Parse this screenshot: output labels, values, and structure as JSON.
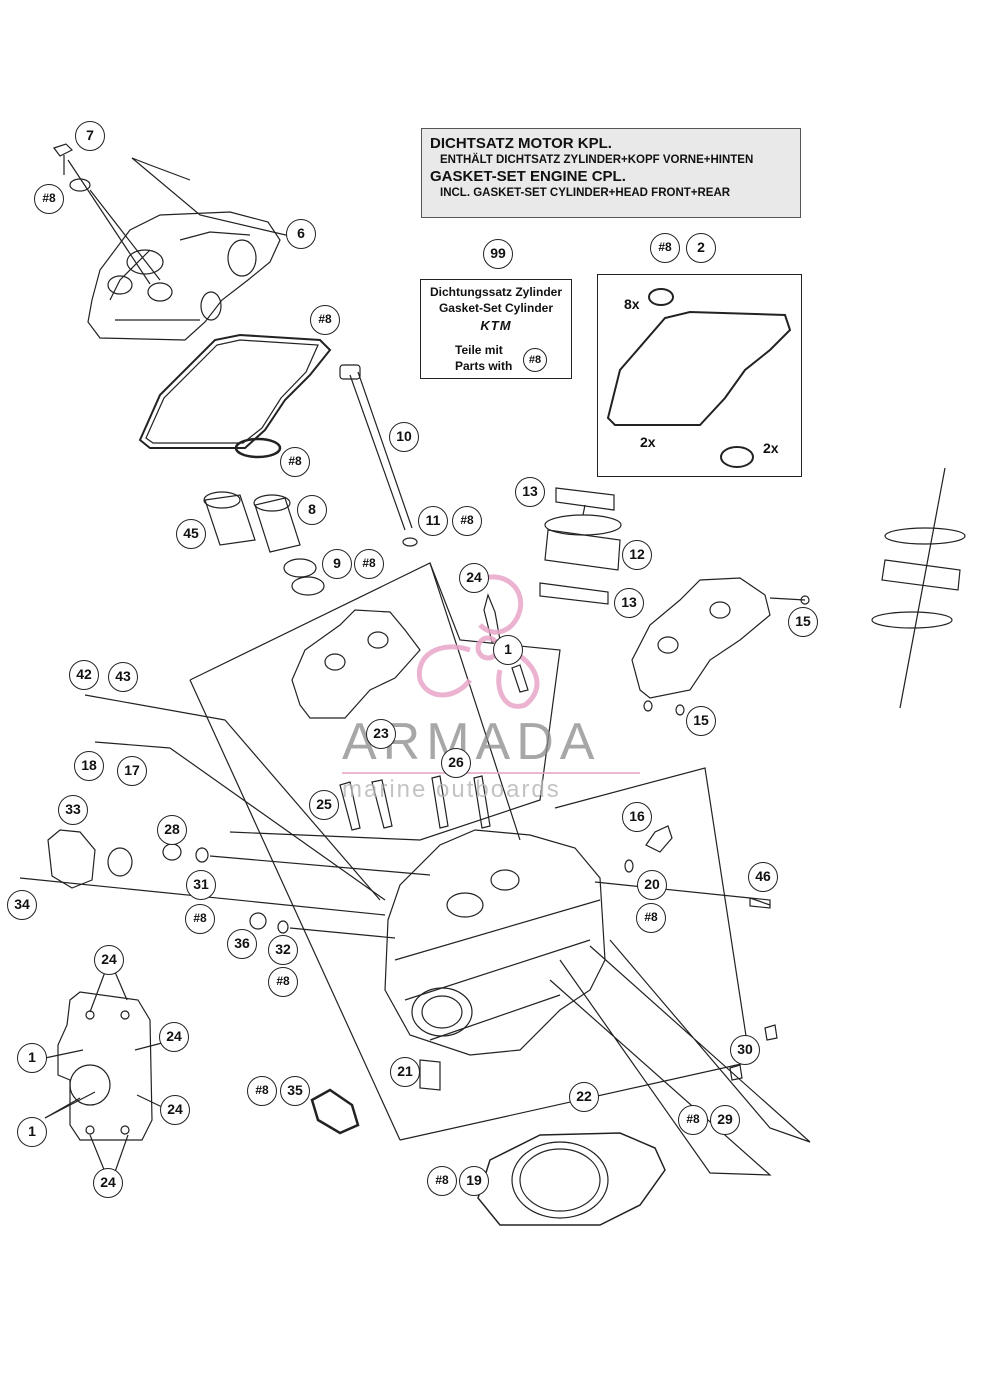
{
  "info_box": {
    "line1": "DICHTSATZ MOTOR KPL.",
    "line2": "ENTHÄLT DICHTSATZ ZYLINDER+KOPF VORNE+HINTEN",
    "line3": "GASKET-SET ENGINE CPL.",
    "line4": "INCL. GASKET-SET CYLINDER+HEAD FRONT+REAR"
  },
  "kit_box": {
    "line1": "Dichtungssatz Zylinder",
    "line2": "Gasket-Set Cylinder",
    "logo": "KTM",
    "line3": "Teile mit",
    "line4": "Parts with",
    "badge": "#8"
  },
  "parts_box": {
    "qty_seal": "8x",
    "qty_gasket": "2x",
    "qty_ring": "2x"
  },
  "watermark": {
    "brand": "ARMADA",
    "tagline": "marine outboards"
  },
  "callouts": [
    {
      "id": "c7",
      "label": "7"
    },
    {
      "id": "c8a",
      "label": "#8"
    },
    {
      "id": "c6",
      "label": "6"
    },
    {
      "id": "c8b",
      "label": "#8"
    },
    {
      "id": "c10",
      "label": "10"
    },
    {
      "id": "c8c",
      "label": "#8"
    },
    {
      "id": "c8d",
      "label": "8"
    },
    {
      "id": "c45",
      "label": "45"
    },
    {
      "id": "c11",
      "label": "11"
    },
    {
      "id": "c8e",
      "label": "#8"
    },
    {
      "id": "c9",
      "label": "9"
    },
    {
      "id": "c8f",
      "label": "#8"
    },
    {
      "id": "c99",
      "label": "99"
    },
    {
      "id": "c8g",
      "label": "#8"
    },
    {
      "id": "c2",
      "label": "2"
    },
    {
      "id": "c13a",
      "label": "13"
    },
    {
      "id": "c12",
      "label": "12"
    },
    {
      "id": "c13b",
      "label": "13"
    },
    {
      "id": "c24a",
      "label": "24"
    },
    {
      "id": "c1a",
      "label": "1"
    },
    {
      "id": "c15a",
      "label": "15"
    },
    {
      "id": "c15b",
      "label": "15"
    },
    {
      "id": "c42",
      "label": "42"
    },
    {
      "id": "c43",
      "label": "43"
    },
    {
      "id": "c23",
      "label": "23"
    },
    {
      "id": "c26",
      "label": "26"
    },
    {
      "id": "c18",
      "label": "18"
    },
    {
      "id": "c17",
      "label": "17"
    },
    {
      "id": "c25",
      "label": "25"
    },
    {
      "id": "c33",
      "label": "33"
    },
    {
      "id": "c16",
      "label": "16"
    },
    {
      "id": "c28",
      "label": "28"
    },
    {
      "id": "c31",
      "label": "31"
    },
    {
      "id": "c20",
      "label": "20"
    },
    {
      "id": "c46",
      "label": "46"
    },
    {
      "id": "c34",
      "label": "34"
    },
    {
      "id": "c8h",
      "label": "#8"
    },
    {
      "id": "c8i",
      "label": "#8"
    },
    {
      "id": "c36",
      "label": "36"
    },
    {
      "id": "c32",
      "label": "32"
    },
    {
      "id": "c8j",
      "label": "#8"
    },
    {
      "id": "c24b",
      "label": "24"
    },
    {
      "id": "c24c",
      "label": "24"
    },
    {
      "id": "c1b",
      "label": "1"
    },
    {
      "id": "c30",
      "label": "30"
    },
    {
      "id": "c21",
      "label": "21"
    },
    {
      "id": "c8k",
      "label": "#8"
    },
    {
      "id": "c35",
      "label": "35"
    },
    {
      "id": "c22",
      "label": "22"
    },
    {
      "id": "c24d",
      "label": "24"
    },
    {
      "id": "c1c",
      "label": "1"
    },
    {
      "id": "c8l",
      "label": "#8"
    },
    {
      "id": "c29",
      "label": "29"
    },
    {
      "id": "c24e",
      "label": "24"
    },
    {
      "id": "c8m",
      "label": "#8"
    },
    {
      "id": "c19",
      "label": "19"
    }
  ]
}
